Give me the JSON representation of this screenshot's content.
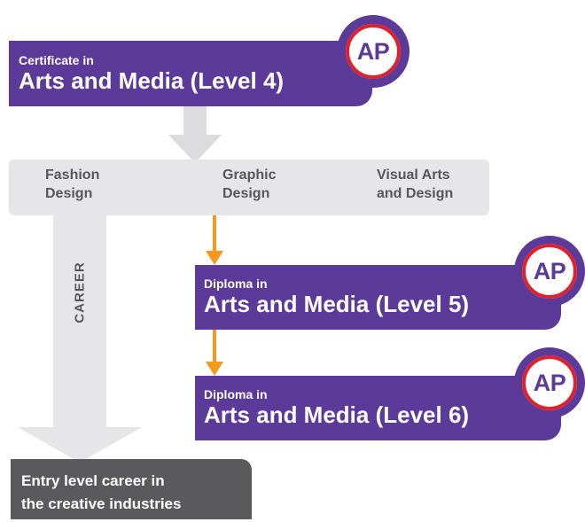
{
  "certificate": {
    "prefix": "Certificate in",
    "title": "Arts and Media (Level 4)",
    "badge": "AP"
  },
  "pathways": [
    {
      "line1": "Fashion",
      "line2": "Design"
    },
    {
      "line1": "Graphic",
      "line2": "Design"
    },
    {
      "line1": "Visual Arts",
      "line2": "and Design"
    }
  ],
  "career": {
    "label": "CAREER",
    "entry_line1": "Entry level career in",
    "entry_line2": "the creative industries"
  },
  "diploma5": {
    "prefix": "Diploma in",
    "title": "Arts and Media (Level 5)",
    "badge": "AP"
  },
  "diploma6": {
    "prefix": "Diploma in",
    "title": "Arts and Media (Level 6)",
    "badge": "AP"
  },
  "colors": {
    "purple": "#5b3a9a",
    "red_ring": "#e0202a",
    "orange_arrow": "#f39a1e",
    "grey_band": "#e6e6e8",
    "grey_arrow": "#dcdcde",
    "dark_grey_box": "#5a5a5c",
    "pathway_text": "#575757"
  },
  "icons": [
    "down-arrow-grey-icon",
    "down-arrow-orange-icon",
    "ap-badge-icon"
  ]
}
